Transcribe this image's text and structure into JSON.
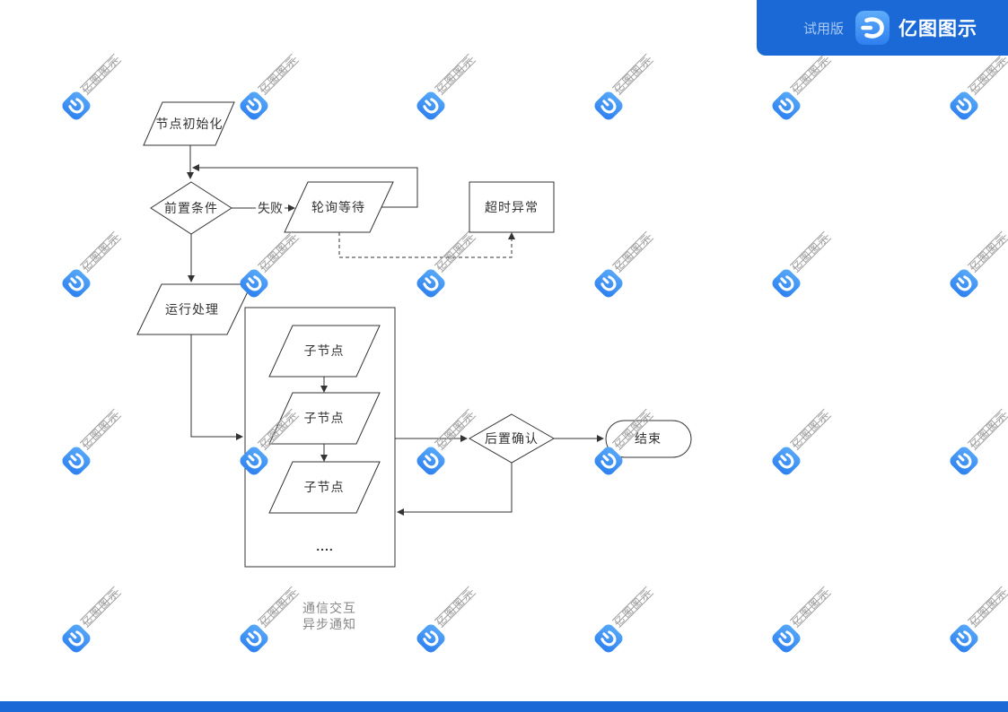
{
  "banner": {
    "trial_label": "试用版",
    "brand": "亿图图示",
    "bg_color": "#1a69d6"
  },
  "watermark": {
    "text": "亿图图示"
  },
  "diagram": {
    "nodes": [
      {
        "id": "init",
        "shape": "parallelogram",
        "label": "节点初始化"
      },
      {
        "id": "precondition",
        "shape": "decision",
        "label": "前置条件"
      },
      {
        "id": "poll_wait",
        "shape": "parallelogram",
        "label": "轮询等待"
      },
      {
        "id": "timeout",
        "shape": "process",
        "label": "超时异常"
      },
      {
        "id": "run_process",
        "shape": "parallelogram",
        "label": "运行处理"
      },
      {
        "id": "child_node_1",
        "shape": "parallelogram",
        "label": "子节点"
      },
      {
        "id": "child_node_2",
        "shape": "parallelogram",
        "label": "子节点"
      },
      {
        "id": "child_node_3",
        "shape": "parallelogram",
        "label": "子节点"
      },
      {
        "id": "ellipsis",
        "shape": "text",
        "label": "...."
      },
      {
        "id": "post_confirm",
        "shape": "decision",
        "label": "后置确认"
      },
      {
        "id": "end",
        "shape": "terminator",
        "label": "结束"
      }
    ],
    "edges": [
      {
        "from": "init",
        "to": "precondition",
        "style": "solid"
      },
      {
        "from": "precondition",
        "to": "poll_wait",
        "style": "solid",
        "label": "失败"
      },
      {
        "from": "poll_wait",
        "to": "precondition",
        "style": "solid"
      },
      {
        "from": "precondition",
        "to": "run_process",
        "style": "solid"
      },
      {
        "from": "run_process",
        "to": "child_container",
        "style": "solid"
      },
      {
        "from": "child_container",
        "to": "post_confirm",
        "style": "solid"
      },
      {
        "from": "post_confirm",
        "to": "child_container",
        "style": "solid"
      },
      {
        "from": "post_confirm",
        "to": "end",
        "style": "solid"
      },
      {
        "from": "poll_wait",
        "to": "timeout",
        "style": "dashed"
      }
    ],
    "annotations": [
      "通信交互",
      "异步通知"
    ]
  },
  "colors": {
    "shape_stroke": "#333333",
    "shape_fill": "#ffffff",
    "text": "#333333",
    "annotation_text": "#878787",
    "watermark_text": "#9c9c9c",
    "accent_blue": "#1a69d6"
  }
}
